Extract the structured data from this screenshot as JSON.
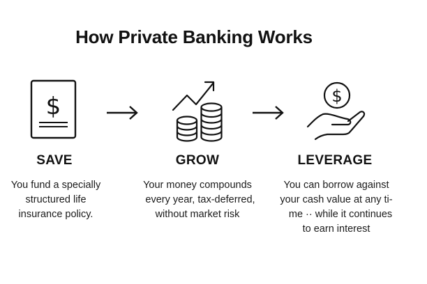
{
  "title": "How Private Banking Works",
  "colors": {
    "ink": "#111111",
    "background": "#ffffff"
  },
  "steps": [
    {
      "icon": "document-dollar-icon",
      "heading": "SAVE",
      "lines": [
        "You fund a specially",
        "structured life",
        "insurance policy."
      ]
    },
    {
      "icon": "coins-growth-icon",
      "heading": "GROW",
      "lines": [
        "Your money compounds",
        "every year, tax-deferred,",
        "without market risk"
      ]
    },
    {
      "icon": "hand-coin-icon",
      "heading": "LEVERAGE",
      "lines": [
        "You can borrow against",
        "your cash value at any ti-",
        "me ·· while it continues",
        "to earn interest"
      ]
    }
  ],
  "connectors": [
    "arrow-right-icon",
    "arrow-right-icon"
  ]
}
